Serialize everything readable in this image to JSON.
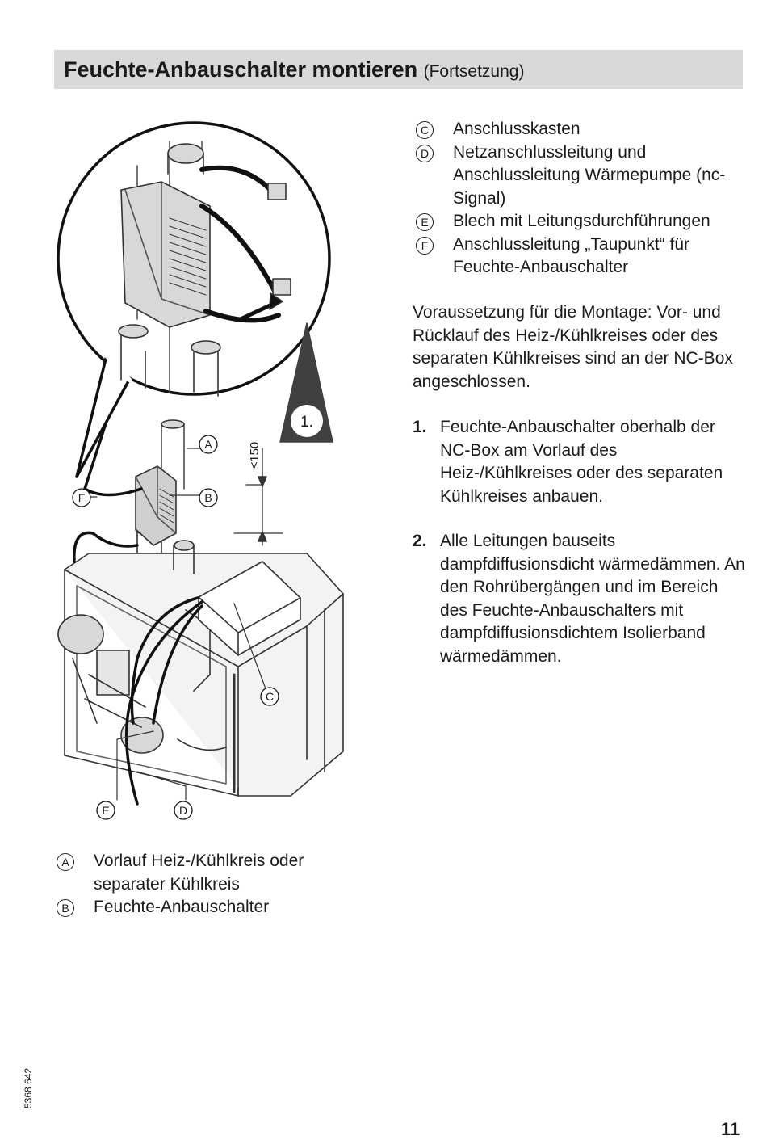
{
  "header": {
    "title": "Feuchte-Anbauschalter montieren",
    "subtitle": "(Fortsetzung)"
  },
  "illustration": {
    "callouts": [
      "A",
      "B",
      "C",
      "D",
      "E",
      "F"
    ],
    "dimension_label": "≤150",
    "step_marker": "1."
  },
  "legend_right": [
    {
      "letter": "C",
      "text": "Anschlusskasten"
    },
    {
      "letter": "D",
      "text": "Netzanschlussleitung und Anschlussleitung Wärmepumpe (nc-Signal)"
    },
    {
      "letter": "E",
      "text": "Blech mit Leitungsdurchführungen"
    },
    {
      "letter": "F",
      "text": "Anschlussleitung „Taupunkt“ für Feuchte-Anbauschalter"
    }
  ],
  "legend_left": [
    {
      "letter": "A",
      "text": "Vorlauf Heiz-/Kühlkreis oder separater Kühlkreis"
    },
    {
      "letter": "B",
      "text": "Feuchte-Anbauschalter"
    }
  ],
  "prerequisite": "Voraussetzung für die Montage: Vor- und Rücklauf des Heiz-/Kühlkreises oder des separaten Kühlkreises sind an der NC-Box angeschlossen.",
  "steps": [
    {
      "number": "1.",
      "text": "Feuchte-Anbauschalter oberhalb der NC-Box am Vorlauf des Heiz-/Kühlkreises oder des separaten Kühlkreises anbauen."
    },
    {
      "number": "2.",
      "text": "Alle Leitungen bauseits dampfdiffusionsdicht wärmedämmen. An den Rohrübergängen und im Bereich des Feuchte-Anbauschalters mit dampfdiffusionsdichtem Isolierband wärmedämmen."
    }
  ],
  "footer": {
    "doc_number": "5368 642",
    "page_number": "11"
  }
}
